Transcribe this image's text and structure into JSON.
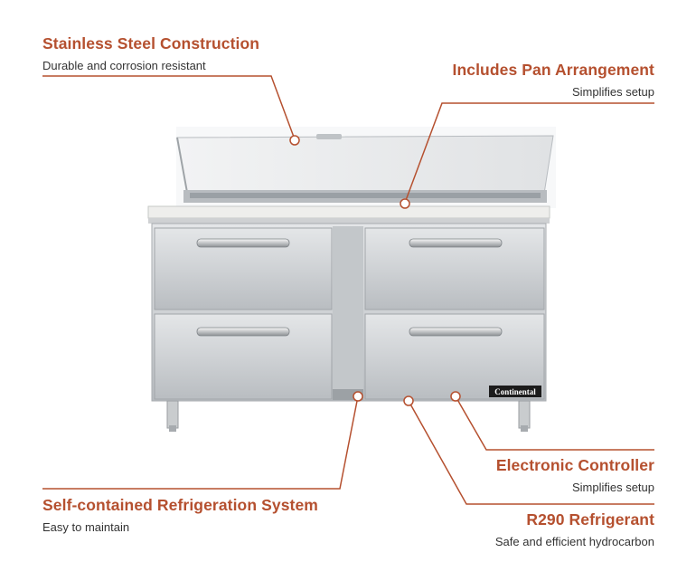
{
  "callouts": {
    "stainless": {
      "title": "Stainless Steel Construction",
      "subtitle": "Durable and corrosion resistant"
    },
    "pan": {
      "title": "Includes Pan Arrangement",
      "subtitle": "Simplifies setup"
    },
    "refrigeration": {
      "title": "Self-contained Refrigeration System",
      "subtitle": "Easy to maintain"
    },
    "controller": {
      "title": "Electronic Controller",
      "subtitle": "Simplifies setup"
    },
    "refrigerant": {
      "title": "R290 Refrigerant",
      "subtitle": "Safe and efficient hydrocarbon"
    }
  },
  "product": {
    "brand_badge": "Continental"
  },
  "colors": {
    "accent": "#b5502f",
    "text": "#333333",
    "steel": "#c9cccf"
  }
}
